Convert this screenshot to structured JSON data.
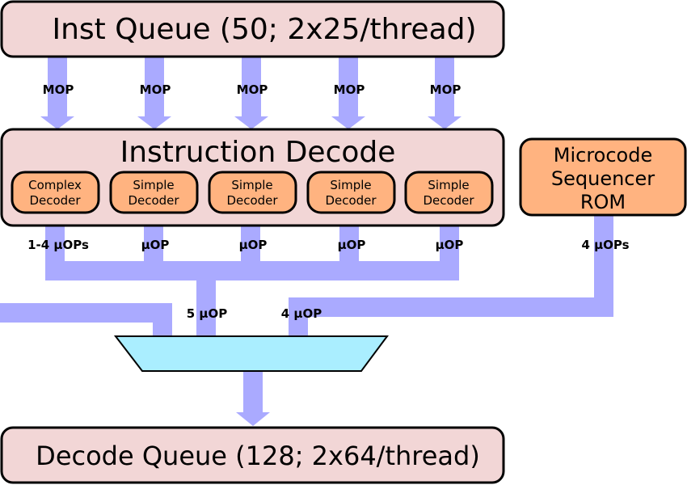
{
  "colors": {
    "queue_fill": "#f2d6d6",
    "decoder_fill": "#ffb380",
    "mux_fill": "#aaeeff",
    "flow": "#aaaaff",
    "border": "#000000"
  },
  "inst_queue": {
    "title": "Inst Queue (50; 2x25/thread)"
  },
  "mop_label": "MOP",
  "instruction_decode": {
    "title": "Instruction Decode",
    "decoders": [
      {
        "line1": "Complex",
        "line2": "Decoder"
      },
      {
        "line1": "Simple",
        "line2": "Decoder"
      },
      {
        "line1": "Simple",
        "line2": "Decoder"
      },
      {
        "line1": "Simple",
        "line2": "Decoder"
      },
      {
        "line1": "Simple",
        "line2": "Decoder"
      }
    ]
  },
  "decoder_outputs": [
    "1-4 µOPs",
    "µOP",
    "µOP",
    "µOP",
    "µOP"
  ],
  "microcode": {
    "line1": "Microcode",
    "line2": "Sequencer",
    "line3": "ROM",
    "output_label": "4 µOPs"
  },
  "mux_inputs": {
    "left": "5 µOP",
    "right": "4 µOP"
  },
  "decode_queue": {
    "title": "Decode Queue (128; 2x64/thread)"
  }
}
